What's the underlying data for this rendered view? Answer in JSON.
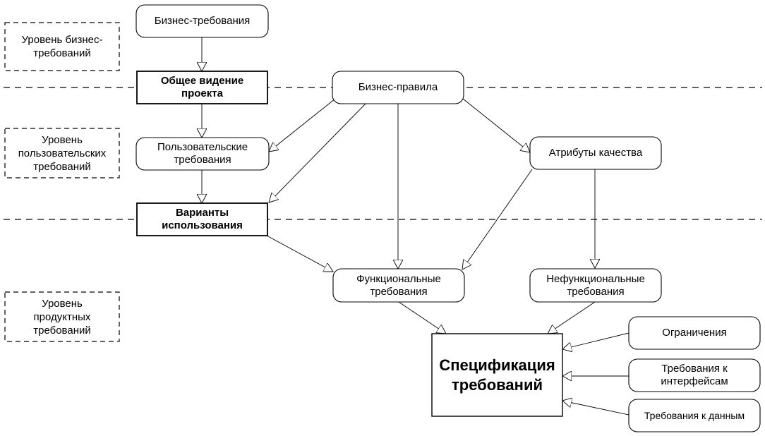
{
  "levels": [
    {
      "id": "business-level",
      "label": "Уровень бизнес-\nтребований"
    },
    {
      "id": "user-level",
      "label": "Уровень\nпользовательских\nтребований"
    },
    {
      "id": "product-level",
      "label": "Уровень\nпродуктных\nтребований"
    }
  ],
  "nodes": {
    "business_requirements": "Бизнес-требования",
    "project_vision": "Общее видение\nпроекта",
    "business_rules": "Бизнес-правила",
    "user_requirements": "Пользовательские\nтребования",
    "quality_attributes": "Атрибуты качества",
    "use_cases": "Варианты\nиспользования",
    "functional_requirements": "Функциональные\nтребования",
    "nonfunctional_requirements": "Нефункциональные\nтребования",
    "constraints": "Ограничения",
    "interface_requirements": "Требования к\nинтерфейсам",
    "data_requirements": "Требования к данным",
    "requirements_specification": "Спецификация\nтребований"
  }
}
